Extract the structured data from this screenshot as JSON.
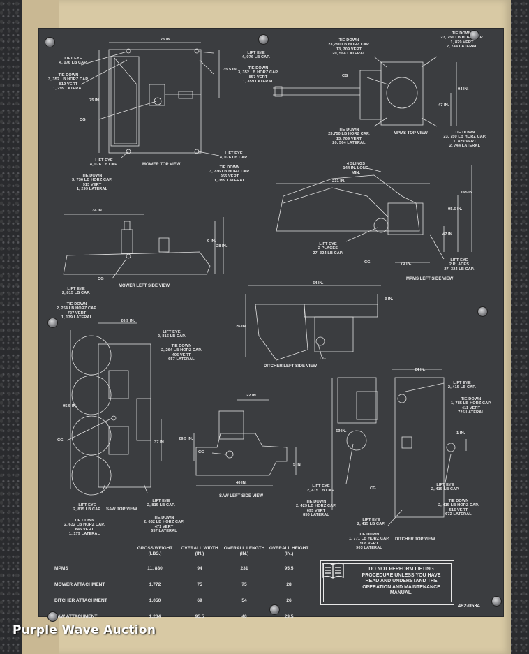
{
  "mower_top": {
    "caption": "MOWER TOP VIEW",
    "dim_width": "75 IN.",
    "dim_left": "75 IN.",
    "dim_right": "35.5 IN.",
    "lift_eye_tl": "LIFT EYE\n4, 076 LB CAP.",
    "lift_eye_tr": "LIFT EYE\n4, 076 LB CAP.",
    "lift_eye_bl": "LIFT EYE\n4, 076 LB CAP.",
    "lift_eye_br": "LIFT EYE\n4, 076 LB CAP.",
    "tie_down_tl": "TIE DOWN\n3, 352 LB HORZ CAP.\n819 VERT\n1, 299 LATERAL",
    "tie_down_tr": "TIE DOWN\n3, 352 LB HORZ CAP.\n857 VERT\n1, 359 LATERAL",
    "tie_down_bl": "TIE DOWN\n3, 736 LB HORZ CAP.\n913 VERT\n1, 299 LATERAL",
    "tie_down_br": "TIE DOWN\n3, 736 LB HORZ CAP.\n955 VERT\n1, 359 LATERAL",
    "cg": "CG"
  },
  "mpms_top": {
    "caption": "MPMS TOP VIEW",
    "tie_down_tl": "TIE DOWN\n23,750 LB HORZ CAP.\n13, 709 VERT\n20, 564 LATERAL",
    "tie_down_tr": "TIE DOWN\n23, 750 LB HORZ CAP.\n1, 829 VERT\n2, 744 LATERAL",
    "tie_down_bl": "TIE DOWN\n23,750 LB HORZ CAP.\n13, 709 VERT\n20, 564 LATERAL",
    "tie_down_br": "TIE DOWN\n23, 750 LB HORZ CAP.\n1, 829 VERT\n2, 744 LATERAL",
    "dim_94": "94 IN.",
    "dim_47": "47 IN.",
    "cg": "CG"
  },
  "mpms_left": {
    "caption": "MPMS LEFT SIDE VIEW",
    "slings": "4 SLINGS\n144 IN. LONG\nMIN.",
    "dim_231": "231 IN.",
    "dim_165": "165 IN.",
    "dim_95": "95.5 IN.",
    "dim_47": "47 IN.",
    "dim_73": "73 IN.",
    "lift_eye_l": "LIFT EYE\n2 PLACES\n27, 324 LB CAP.",
    "lift_eye_r": "LIFT EYE\n2 PLACES\n27, 324 LB CAP.",
    "cg": "CG"
  },
  "mower_left": {
    "caption": "MOWER LEFT SIDE VIEW",
    "dim_34": "34 IN.",
    "dim_9": "9 IN.",
    "dim_28": "28 IN.",
    "lift_eye": "LIFT EYE\n2, 815 LB CAP.",
    "cg": "CG"
  },
  "ditcher_left": {
    "caption": "DITCHER LEFT SIDE VIEW",
    "dim_54": "54 IN.",
    "dim_3": "3 IN.",
    "dim_26": "26 IN.",
    "cg": "CG"
  },
  "saw_top": {
    "caption": "SAW TOP VIEW",
    "tie_down_top": "TIE DOWN\n2, 264 LB HORZ CAP.\n727 VERT\n1, 179 LATERAL",
    "dim_209": "20.9 IN.",
    "dim_955": "95.5 IN.",
    "dim_37": "37 IN.",
    "lift_eye_tr": "LIFT EYE\n2, 815 LB CAP.",
    "tie_down_tr": "TIE DOWN\n2, 264 LB HORZ CAP.\n405 VERT\n657 LATERAL",
    "lift_eye_bl": "LIFT EYE\n2, 815 LB CAP.",
    "lift_eye_br": "LIFT EYE\n2, 815 LB CAP.",
    "tie_down_bl": "TIE DOWN\n2, 632 LB HORZ CAP.\n845 VERT\n1, 179 LATERAL",
    "tie_down_br": "TIE DOWN\n2, 632 LB HORZ CAP.\n471 VERT\n657 LATERAL",
    "cg": "CG"
  },
  "saw_left": {
    "caption": "SAW LEFT SIDE VIEW",
    "dim_22": "22 IN.",
    "dim_295": "29.5 IN.",
    "dim_5": "5 IN.",
    "dim_40": "40 IN.",
    "cg": "CG"
  },
  "ditcher_top": {
    "caption": "DITCHER TOP VIEW",
    "dim_24": "24 IN.",
    "dim_69": "69 IN.",
    "dim_1": "1 IN.",
    "lift_eye_tr": "LIFT EYE\n2, 415 LB CAP.",
    "tie_down_tr": "TIE DOWN\n1, 785 LB HORZ CAP.\n411 VERT\n725 LATERAL",
    "lift_eye_l": "LIFT EYE\n2, 415 LB CAP.",
    "lift_eye_r": "LIFT EYE\n2, 415 LB CAP.",
    "tie_down_l": "TIE DOWN\n2, 429 LB HORZ CAP.\n695 VERT\n850 LATERAL",
    "tie_down_r": "TIE DOWN\n2, 415 LB HORZ CAP.\n515 VERT\n672 LATERAL",
    "lift_eye_b": "LIFT EYE\n2, 415 LB CAP.",
    "tie_down_b": "TIE DOWN\n1, 771 LB HORZ CAP.\n508 VERT\n903 LATERAL",
    "cg": "CG"
  },
  "specs": {
    "headers": [
      "GROSS WEIGHT\n(LBS.)",
      "OVERALL WIDTH\n(IN.)",
      "OVERALL LENGTH\n(IN.)",
      "OVERALL HEIGHT\n(IN.)"
    ],
    "rows": [
      {
        "name": "MPMS",
        "weight": "11, 880",
        "width": "94",
        "length": "231",
        "height": "95.5"
      },
      {
        "name": "MOWER ATTACHMENT",
        "weight": "1,772",
        "width": "75",
        "length": "75",
        "height": "28"
      },
      {
        "name": "DITCHER ATTACHMENT",
        "weight": "1,050",
        "width": "69",
        "length": "54",
        "height": "26"
      },
      {
        "name": "SAW ATTACHMENT",
        "weight": "1,234",
        "width": "95.5",
        "length": "40",
        "height": "29.5"
      }
    ]
  },
  "warning": "DO NOT PERFORM LIFTING PROCEDURE UNLESS YOU HAVE READ AND UNDERSTAND THE OPERATION AND MAINTENANCE MANUAL.",
  "part_number": "482-0534",
  "watermark": "Purple Wave Auction"
}
